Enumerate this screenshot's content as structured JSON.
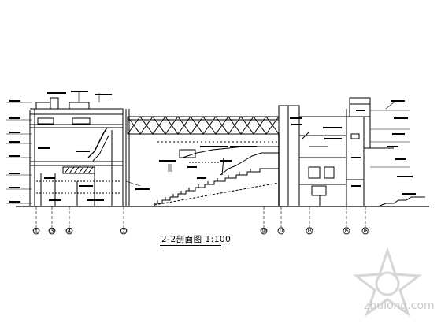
{
  "drawing": {
    "caption": "2-2剖面图 1:100",
    "grid_axes": [
      "①",
      "③",
      "④",
      "⑦",
      "⑩",
      "⑪",
      "⑬",
      "⑮",
      "⑱"
    ]
  },
  "watermark": {
    "text": "zhulong.com"
  }
}
